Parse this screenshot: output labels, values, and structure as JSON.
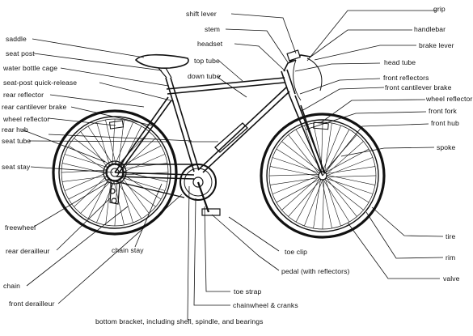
{
  "labels": {
    "grip": "grip",
    "handlebar": "handlebar",
    "brake_lever": "brake lever",
    "shift_lever": "shift lever",
    "stem": "stem",
    "headset": "headset",
    "top_tube": "top tube",
    "down_tube": "down tube",
    "head_tube": "head tube",
    "front_reflectors": "front reflectors",
    "front_cantilever_brake": "front cantilever brake",
    "wheel_reflector_front": "wheel reflector",
    "front_fork": "front fork",
    "front_hub": "front hub",
    "spoke": "spoke",
    "tire": "tire",
    "rim": "rim",
    "valve": "valve",
    "saddle": "saddle",
    "seat_post": "seat post",
    "water_bottle_cage": "water bottle cage",
    "seat_post_quick_release": "seat-post quick-release",
    "rear_reflector": "rear  reflector",
    "rear_cantilever_brake": "rear cantilever brake",
    "wheel_reflector_rear": "wheel reflector",
    "rear_hub": "rear hub",
    "seat_tube": "seat tube",
    "seat_stay": "seat stay",
    "freewheel": "freewheel",
    "rear_derailleur": "rear derailleur",
    "chain_stay": "chain stay",
    "chain": "chain",
    "front_derailleur": "front derailleur",
    "toe_clip": "toe clip",
    "pedal": "pedal (with reflectors)",
    "toe_strap": "toe strap",
    "chainwheel": "chainwheel & cranks",
    "bottom_bracket": "bottom bracket, including shell, spindle, and bearings"
  }
}
